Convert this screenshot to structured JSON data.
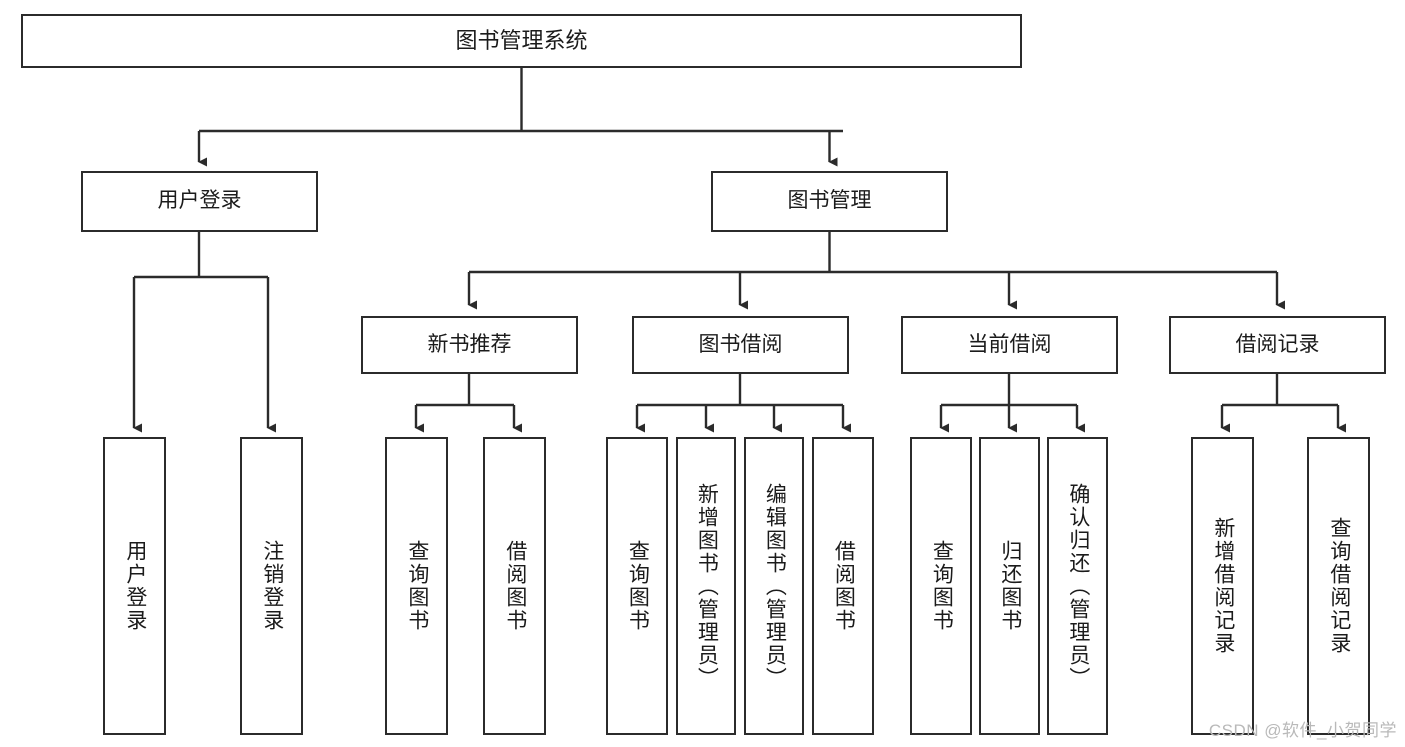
{
  "diagram": {
    "title": "图书管理系统",
    "type": "tree-structure-chart",
    "root": {
      "id": "root",
      "label": "图书管理系统"
    },
    "level2": [
      {
        "id": "user-login",
        "label": "用户登录"
      },
      {
        "id": "book-manage",
        "label": "图书管理"
      }
    ],
    "level3": [
      {
        "id": "new-book-recommend",
        "label": "新书推荐",
        "parent": "book-manage"
      },
      {
        "id": "book-borrow",
        "label": "图书借阅",
        "parent": "book-manage"
      },
      {
        "id": "current-borrow",
        "label": "当前借阅",
        "parent": "book-manage"
      },
      {
        "id": "borrow-record",
        "label": "借阅记录",
        "parent": "book-manage"
      }
    ],
    "leaves": [
      {
        "id": "leaf-user-login",
        "label": "用户登录",
        "parent": "user-login"
      },
      {
        "id": "leaf-logout",
        "label": "注销登录",
        "parent": "user-login"
      },
      {
        "id": "leaf-query-book-1",
        "label": "查询图书",
        "parent": "new-book-recommend"
      },
      {
        "id": "leaf-borrow-book-1",
        "label": "借阅图书",
        "parent": "new-book-recommend"
      },
      {
        "id": "leaf-query-book-2",
        "label": "查询图书",
        "parent": "book-borrow"
      },
      {
        "id": "leaf-add-book",
        "label": "新增图书（管理员）",
        "parent": "book-borrow"
      },
      {
        "id": "leaf-edit-book",
        "label": "编辑图书（管理员）",
        "parent": "book-borrow"
      },
      {
        "id": "leaf-borrow-book-2",
        "label": "借阅图书",
        "parent": "book-borrow"
      },
      {
        "id": "leaf-query-book-3",
        "label": "查询图书",
        "parent": "current-borrow"
      },
      {
        "id": "leaf-return-book",
        "label": "归还图书",
        "parent": "current-borrow"
      },
      {
        "id": "leaf-confirm-return",
        "label": "确认归还（管理员）",
        "parent": "current-borrow"
      },
      {
        "id": "leaf-add-record",
        "label": "新增借阅记录",
        "parent": "borrow-record"
      },
      {
        "id": "leaf-query-record",
        "label": "查询借阅记录",
        "parent": "borrow-record"
      }
    ],
    "colors": {
      "box_border": "#2b2b2b",
      "box_fill": "#ffffff",
      "connector": "#2b2b2b",
      "text": "#1b1b1b",
      "watermark": "#b9b9b9",
      "background": "#ffffff"
    }
  },
  "watermark": {
    "text": "CSDN @软件_小贺同学"
  }
}
